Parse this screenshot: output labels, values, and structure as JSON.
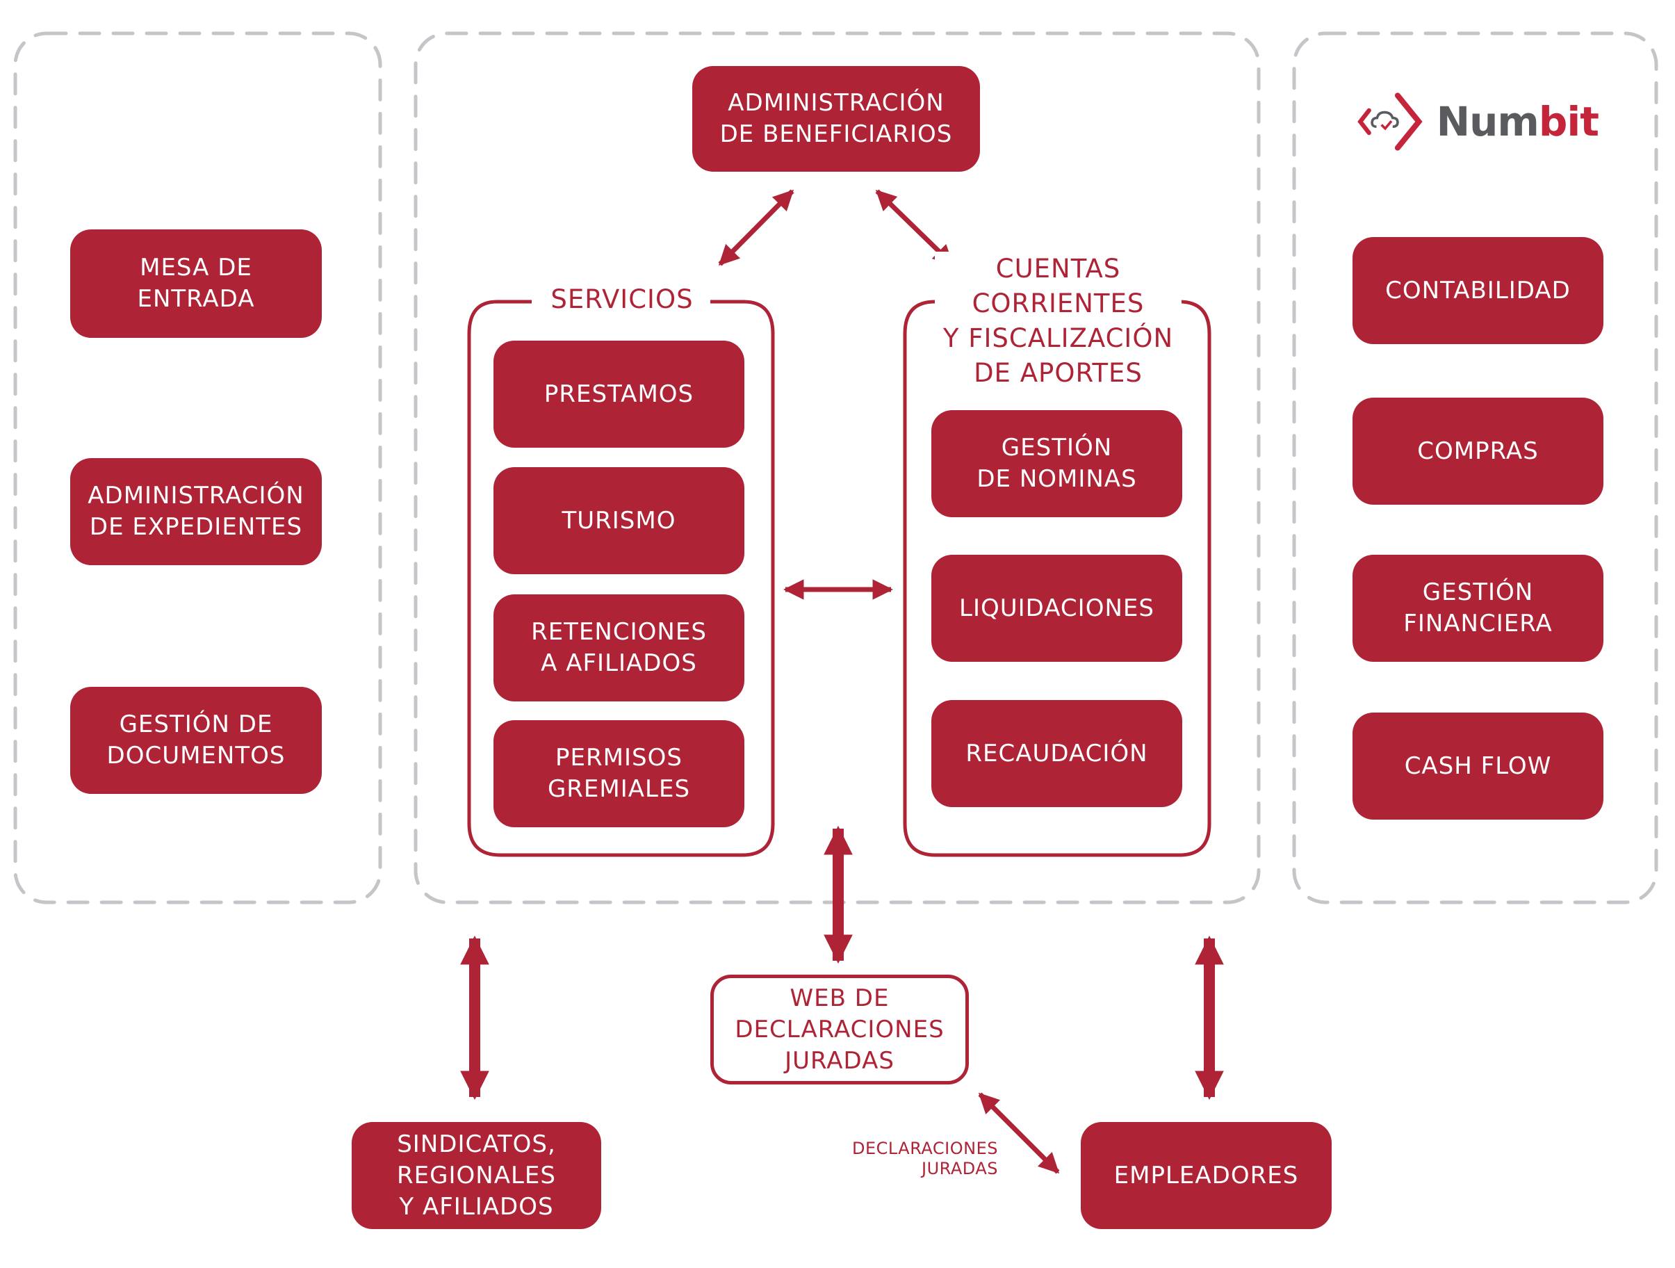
{
  "colors": {
    "brand": "#ae2335",
    "dashed_border": "#c4c5c8",
    "logo_gray": "#5a5b5e",
    "logo_red": "#c4253a"
  },
  "logo": {
    "text_a": "Num",
    "text_b": "bit",
    "icon": "cloud-check-brackets-icon"
  },
  "left_panel": {
    "items": [
      {
        "label": "MESA DE\nENTRADA"
      },
      {
        "label": "ADMINISTRACIÓN\nDE EXPEDIENTES"
      },
      {
        "label": "GESTIÓN DE\nDOCUMENTOS"
      }
    ]
  },
  "center_panel": {
    "top": {
      "label": "ADMINISTRACIÓN\nDE BENEFICIARIOS"
    },
    "servicios": {
      "title": "SERVICIOS",
      "items": [
        {
          "label": "PRESTAMOS"
        },
        {
          "label": "TURISMO"
        },
        {
          "label": "RETENCIONES\nA AFILIADOS"
        },
        {
          "label": "PERMISOS\nGREMIALES"
        }
      ]
    },
    "cuentas": {
      "title": "CUENTAS\nCORRIENTES\nY FISCALIZACIÓN\nDE APORTES",
      "items": [
        {
          "label": "GESTIÓN\nDE NOMINAS"
        },
        {
          "label": "LIQUIDACIONES"
        },
        {
          "label": "RECAUDACIÓN"
        }
      ]
    }
  },
  "right_panel": {
    "items": [
      {
        "label": "CONTABILIDAD"
      },
      {
        "label": "COMPRAS"
      },
      {
        "label": "GESTIÓN\nFINANCIERA"
      },
      {
        "label": "CASH FLOW"
      }
    ]
  },
  "bottom": {
    "web": {
      "label": "WEB DE\nDECLARACIONES\nJURADAS"
    },
    "sindicatos": {
      "label": "SINDICATOS,\nREGIONALES\nY AFILIADOS"
    },
    "empleadores": {
      "label": "EMPLEADORES"
    },
    "arrow_label": "DECLARACIONES\nJURADAS"
  }
}
